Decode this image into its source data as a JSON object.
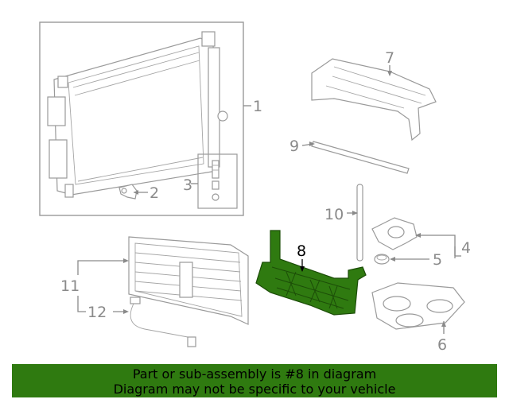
{
  "callouts": {
    "c1": "1",
    "c2": "2",
    "c3": "3",
    "c4": "4",
    "c5": "5",
    "c6": "6",
    "c7": "7",
    "c8": "8",
    "c9": "9",
    "c10": "10",
    "c11": "11",
    "c12": "12"
  },
  "highlight_color": "#2f7a10",
  "banner": {
    "line1": "Part or sub-assembly is #8 in diagram",
    "line2": "Diagram may not be specific to your vehicle"
  }
}
